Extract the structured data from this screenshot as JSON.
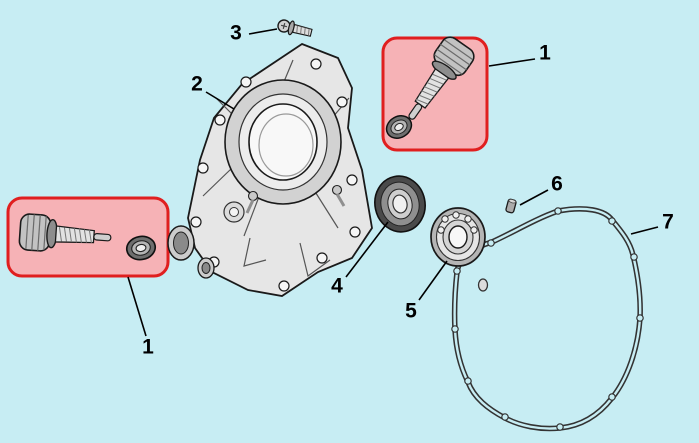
{
  "diagram": {
    "type": "exploded-parts-diagram",
    "subject": "engine-crankcase-side-cover-assembly",
    "colors": {
      "background": "#c7edf3",
      "highlight_fill": "#f6b2b6",
      "highlight_border": "#e01f1f",
      "line": "#1a1a1a"
    },
    "labels": {
      "part1_top": "1",
      "part1_left": "1",
      "part2": "2",
      "part3": "3",
      "part4": "4",
      "part5": "5",
      "part6": "6",
      "part7": "7"
    },
    "parts": [
      {
        "number": "1",
        "name": "oil-filler-dipstick-cap-with-seal-ring",
        "highlighted": true,
        "instances": 2
      },
      {
        "number": "2",
        "name": "crankcase-side-cover"
      },
      {
        "number": "3",
        "name": "flange-bolt"
      },
      {
        "number": "4",
        "name": "oil-seal"
      },
      {
        "number": "5",
        "name": "ball-bearing"
      },
      {
        "number": "6",
        "name": "dowel-pin"
      },
      {
        "number": "7",
        "name": "cover-gasket"
      }
    ]
  }
}
